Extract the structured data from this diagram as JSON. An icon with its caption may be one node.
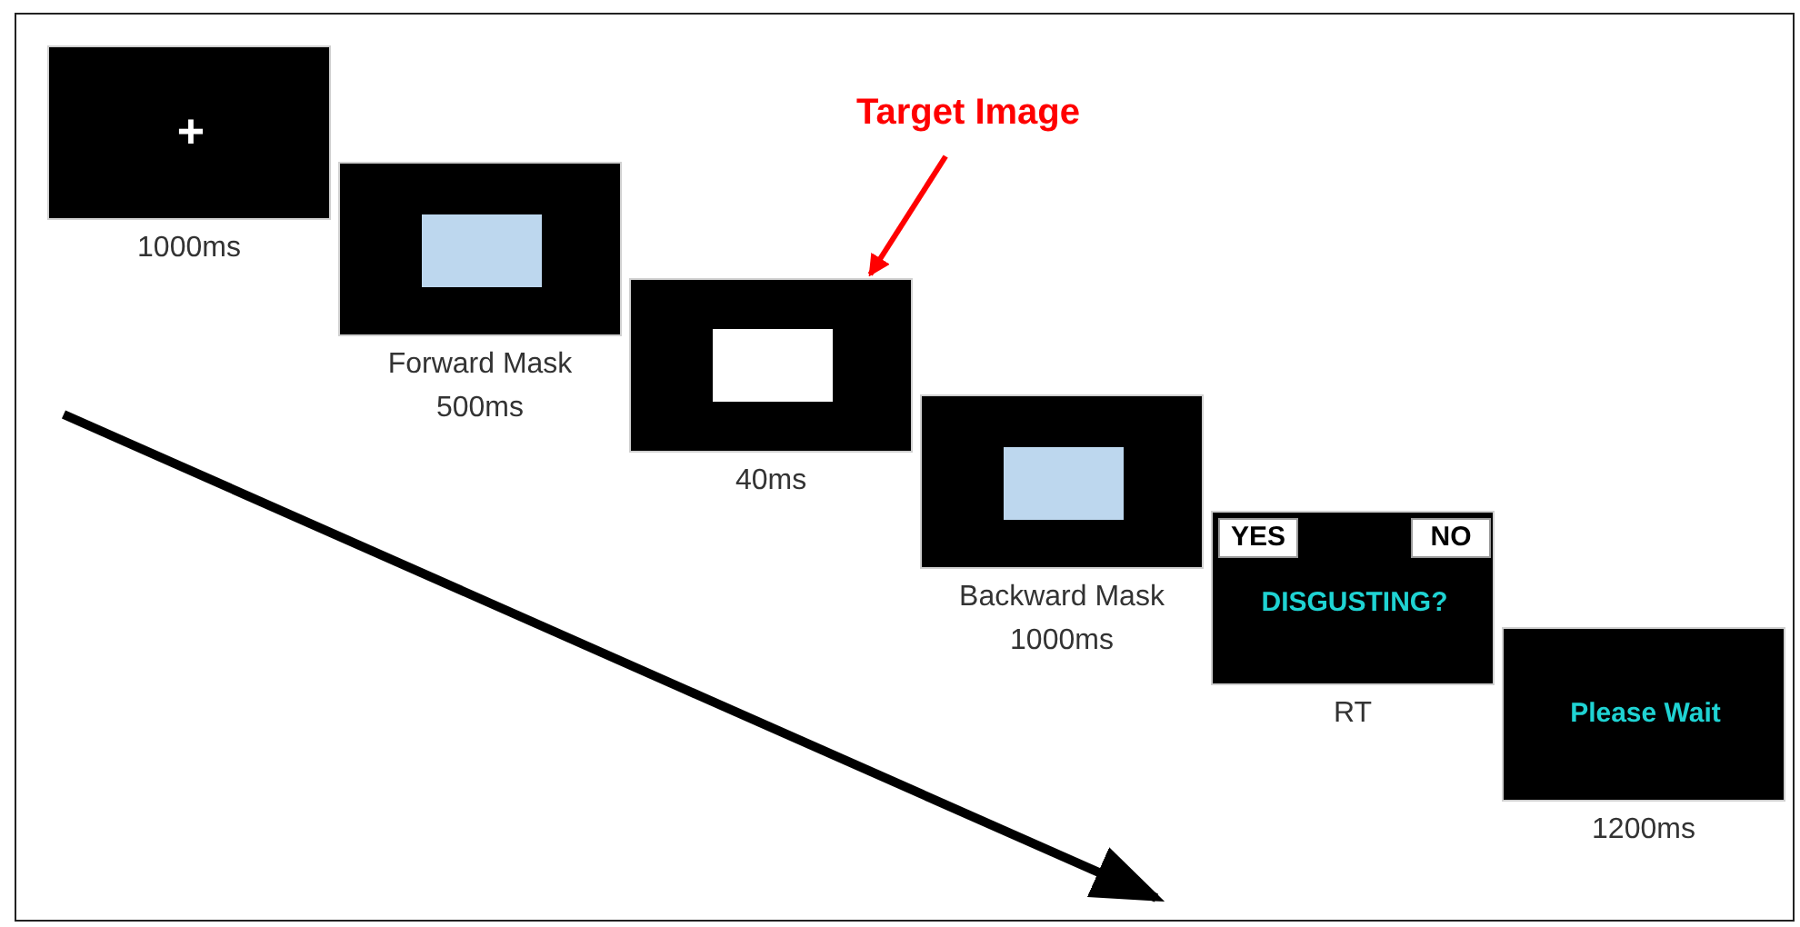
{
  "diagram": {
    "nodes": [
      {
        "text": [
          "+"
        ],
        "beside": [
          "1000ms"
        ]
      },
      {
        "text": [],
        "shape": "box",
        "beside": [
          "Forward Mask",
          "500ms"
        ]
      },
      {
        "text": [],
        "shape": "box",
        "in": 1
      },
      {
        "text": [],
        "shape": "box",
        "beside": [
          "40ms"
        ]
      },
      {
        "text": [],
        "shape": "box",
        "in": 3
      },
      {
        "text": [],
        "shape": "box",
        "beside": [
          "Backward Mask",
          "1000ms"
        ]
      },
      {
        "text": [],
        "shape": "box",
        "in": 5
      },
      {
        "text": [
          "YES",
          "NO",
          "DISGUSTING?"
        ],
        "beside": [
          "RT"
        ]
      },
      {
        "text": [
          "Please Wait"
        ],
        "beside": [
          "1200ms"
        ]
      },
      {
        "text": [
          "Target Image"
        ]
      }
    ],
    "edges": [
      {
        "from": 9,
        "to": 3,
        "arrow": "to",
        "color": "#ff0000"
      }
    ]
  }
}
